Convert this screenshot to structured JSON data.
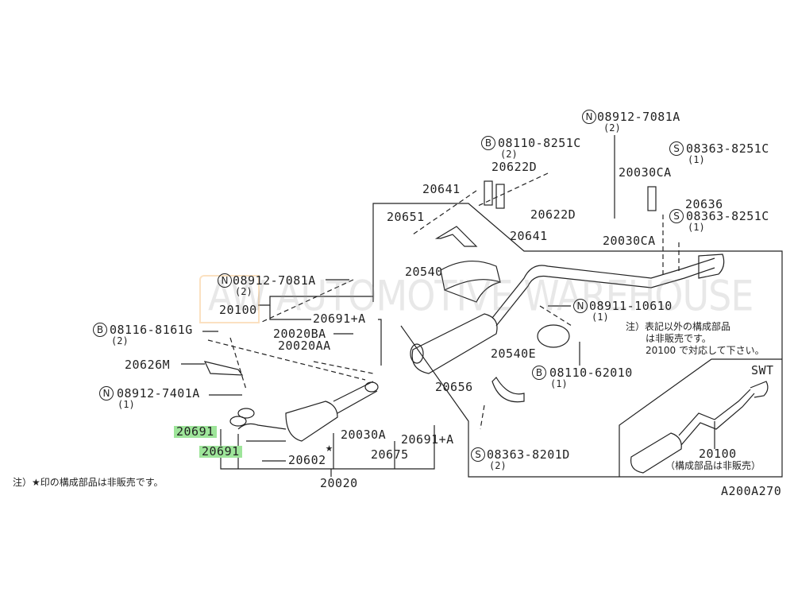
{
  "diagram_code": "A200A270",
  "watermark": "AW AUTOMOTIVE WAREHOUSE",
  "highlight_color": "#9ee59a",
  "labels": {
    "n_08912_7081A_top": {
      "symbol": "N",
      "part": "08912-7081A",
      "qty": "(2)"
    },
    "b_08110_8251C": {
      "symbol": "B",
      "part": "08110-8251C",
      "qty": "(2)"
    },
    "p20622D_a": "20622D",
    "p20641_a": "20641",
    "p20622D_b": "20622D",
    "p20651": "20651",
    "p20641_b": "20641",
    "s_08363_8251C_a": {
      "symbol": "S",
      "part": "08363-8251C",
      "qty": "(1)"
    },
    "p20030CA_a": "20030CA",
    "p20636": "20636",
    "s_08363_8251C_b": {
      "symbol": "S",
      "part": "08363-8251C",
      "qty": "(1)"
    },
    "p20030CA_b": "20030CA",
    "p20540": "20540",
    "n_08912_7081A_left": {
      "symbol": "N",
      "part": "08912-7081A",
      "qty": "(2)"
    },
    "p20100": "20100",
    "p20691A_top": "20691+A",
    "b_08116_8161G": {
      "symbol": "B",
      "part": "08116-8161G",
      "qty": "(2)"
    },
    "p20020BA": "20020BA",
    "p20020AA": "20020AA",
    "n_08911_10610": {
      "symbol": "N",
      "part": "08911-10610",
      "qty": "(1)"
    },
    "p20540E": "20540E",
    "p20626M": "20626M",
    "b_08110_62010": {
      "symbol": "B",
      "part": "08110-62010",
      "qty": "(1)"
    },
    "p20656": "20656",
    "n_08912_7401A": {
      "symbol": "N",
      "part": "08912-7401A",
      "qty": "(1)"
    },
    "p20691_a": "20691",
    "p20691_b": "20691",
    "p20030A": "20030A",
    "p20691A_right": "20691+A",
    "p20602": "20602",
    "p20675": "20675",
    "s_08363_8201D": {
      "symbol": "S",
      "part": "08363-8201D",
      "qty": "(2)"
    },
    "p20020": "20020",
    "swt_label": "SWT",
    "swt_part": "20100",
    "swt_note": "（構成部品は非販売）",
    "star": "★"
  },
  "notes": {
    "right_note": [
      "注）表記以外の構成部品",
      "は非販売です。",
      "20100 で対応して下さい。"
    ],
    "bottom_note": "注）★印の構成部品は非販売です。"
  }
}
